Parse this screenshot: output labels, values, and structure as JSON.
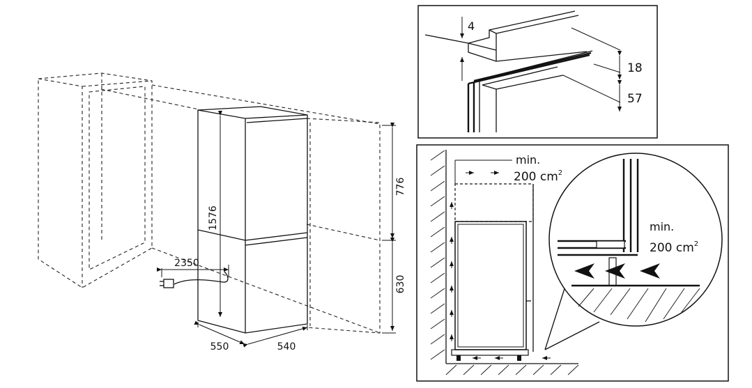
{
  "installation": {
    "dim_height_total": "1576",
    "dim_cable_length": "2350",
    "dim_depth": "550",
    "dim_width": "540",
    "dim_upper_niche": "776",
    "dim_lower_niche": "630"
  },
  "top_detail": {
    "dim_gap": "4",
    "dim_a": "18",
    "dim_b": "57"
  },
  "ventilation": {
    "min_label": "min.",
    "area_value": "200 cm",
    "area_exp": "2",
    "zoom_min_label": "min.",
    "zoom_area_value": "200 cm",
    "zoom_area_exp": "2"
  }
}
